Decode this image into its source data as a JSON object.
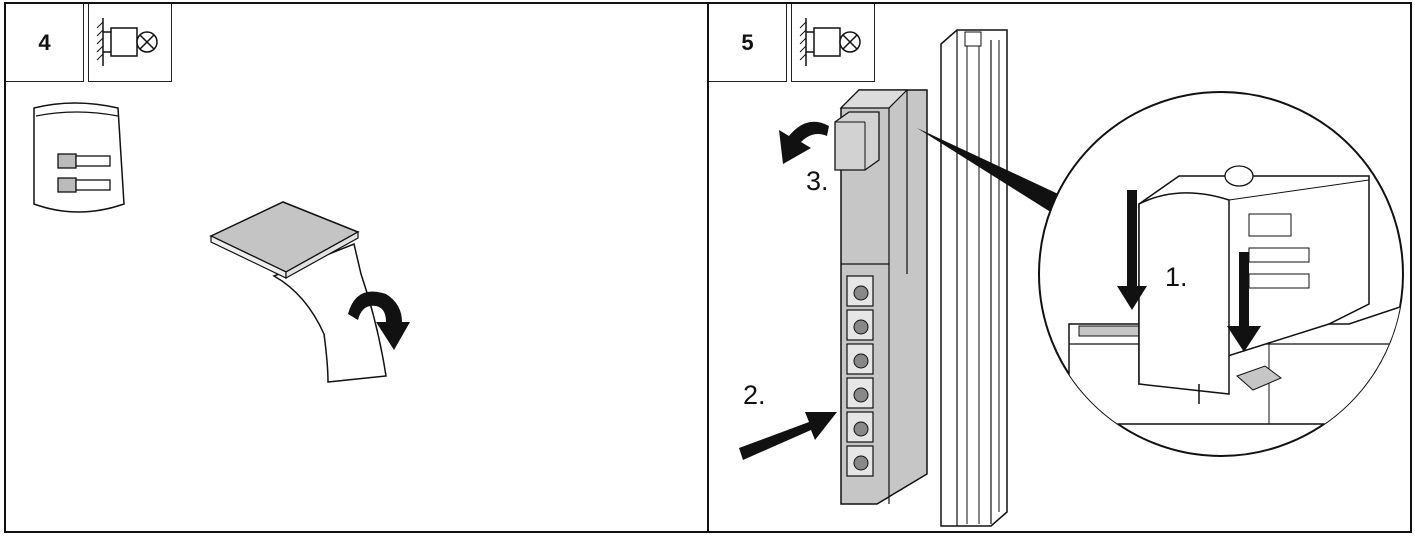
{
  "panels": [
    {
      "step": "4"
    },
    {
      "step": "5",
      "labels": {
        "l1": "1.",
        "l2": "2.",
        "l3": "3."
      }
    }
  ],
  "icons": {
    "symbol": "power-off-lamp-icon",
    "bag": "label-bag-icon",
    "rotate": "rotate-arrow-icon",
    "push": "push-arrow-icon",
    "down": "down-arrow-icon"
  }
}
